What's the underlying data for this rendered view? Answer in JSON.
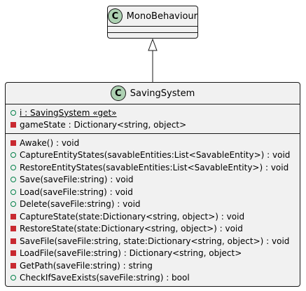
{
  "diagram": {
    "parent_class": {
      "badge": "C",
      "name": "MonoBehaviour",
      "badge_color": "#add1b2"
    },
    "child_class": {
      "badge": "C",
      "name": "SavingSystem",
      "badge_color": "#add1b2",
      "fields": [
        {
          "visibility": "public",
          "text": "i : SavingSystem «get»",
          "static": true
        },
        {
          "visibility": "private",
          "text": "gameState : Dictionary<string, object>",
          "static": false
        }
      ],
      "methods": [
        {
          "visibility": "private",
          "text": "Awake() : void"
        },
        {
          "visibility": "public",
          "text": "CaptureEntityStates(savableEntities:List<SavableEntity>) : void"
        },
        {
          "visibility": "public",
          "text": "RestoreEntityStates(savableEntities:List<SavableEntity>) : void"
        },
        {
          "visibility": "public",
          "text": "Save(saveFile:string) : void"
        },
        {
          "visibility": "public",
          "text": "Load(saveFile:string) : void"
        },
        {
          "visibility": "public",
          "text": "Delete(saveFile:string) : void"
        },
        {
          "visibility": "private",
          "text": "CaptureState(state:Dictionary<string, object>) : void"
        },
        {
          "visibility": "private",
          "text": "RestoreState(state:Dictionary<string, object>) : void"
        },
        {
          "visibility": "private",
          "text": "SaveFile(saveFile:string, state:Dictionary<string, object>) : void"
        },
        {
          "visibility": "private",
          "text": "LoadFile(saveFile:string) : Dictionary<string, object>"
        },
        {
          "visibility": "private",
          "text": "GetPath(saveFile:string) : string"
        },
        {
          "visibility": "public",
          "text": "CheckIfSaveExists(saveFile:string) : bool"
        }
      ]
    },
    "relationship": "inheritance",
    "colors": {
      "box_fill": "#f1f1f1",
      "border": "#181818",
      "public": "#038048",
      "private": "#c82930"
    }
  }
}
